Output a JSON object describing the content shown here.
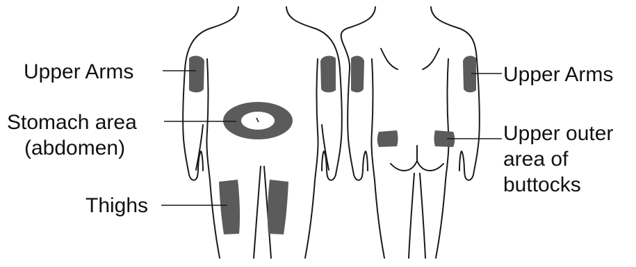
{
  "colors": {
    "outline": "#1a1a1a",
    "site_fill": "#5b5b5b",
    "background": "#ffffff"
  },
  "figures": {
    "front": "front-body-figure",
    "back": "back-body-figure"
  },
  "labels": {
    "upper_arms_left": "Upper Arms",
    "stomach_line1": "Stomach area",
    "stomach_line2": "(abdomen)",
    "thighs": "Thighs",
    "upper_arms_right": "Upper Arms",
    "buttocks_line1": "Upper outer",
    "buttocks_line2": "area of",
    "buttocks_line3": "buttocks"
  }
}
